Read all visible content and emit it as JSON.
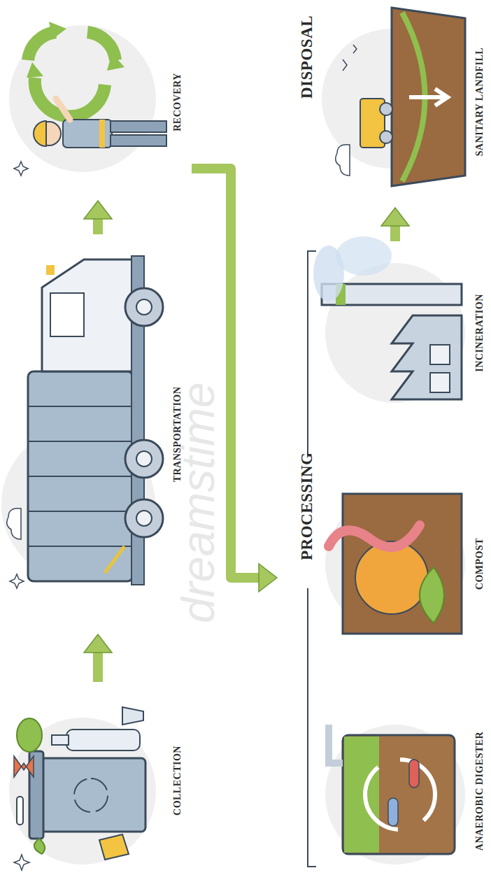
{
  "diagram": {
    "nodes": [
      {
        "text": [
          "COLLECTION"
        ]
      },
      {
        "text": [
          "TRANSPORTATION"
        ]
      },
      {
        "text": [
          "RECOVERY"
        ]
      },
      {
        "text": [
          "PROCESSING"
        ]
      },
      {
        "text": [
          "ANAEROBIC DIGESTER"
        ],
        "in": 3
      },
      {
        "text": [
          "COMPOST"
        ],
        "in": 3
      },
      {
        "text": [
          "INCINERATION"
        ],
        "in": 3
      },
      {
        "text": [
          "DISPOSAL"
        ]
      },
      {
        "text": [
          "SANITARY LANDFILL"
        ],
        "in": 7
      }
    ],
    "edges": [
      {
        "from": 0,
        "to": 1,
        "arrow": "to"
      },
      {
        "from": 1,
        "to": 2,
        "arrow": "to"
      },
      {
        "from": 2,
        "to": 3,
        "arrow": "to"
      },
      {
        "from": 6,
        "to": 8,
        "arrow": "to"
      }
    ],
    "labels": [
      "dreamstime"
    ]
  }
}
